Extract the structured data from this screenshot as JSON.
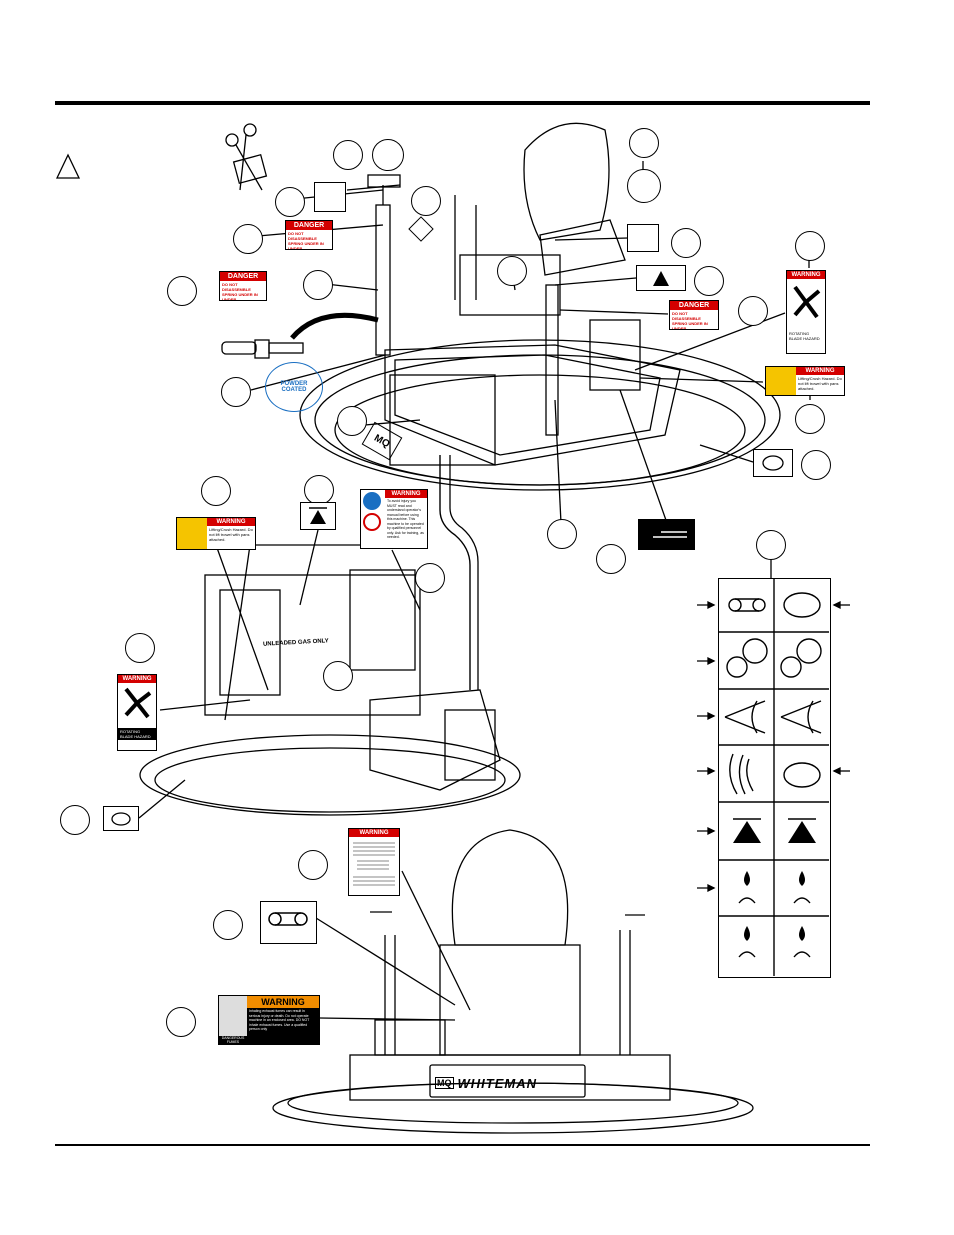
{
  "decals": {
    "danger_1": {
      "header": "DANGER",
      "body": "DO NOT DISASSEMBLE SPRING UNDER IN UNDER COMPRESSION"
    },
    "danger_2": {
      "header": "DANGER",
      "body": "DO NOT DISASSEMBLE SPRING UNDER IN UNDER COMPRESSION"
    },
    "danger_3": {
      "header": "DANGER",
      "body": "DO NOT DISASSEMBLE SPRING UNDER IN UNDER COMPRESSION"
    },
    "warning_blade": {
      "header": "WARNING",
      "body": "ROTATING BLADE HAZARD"
    },
    "warning_blade_2": {
      "header": "WARNING",
      "body": "ROTATING BLADE HAZARD"
    },
    "warning_crush": {
      "header": "WARNING",
      "body": "Lifting/Crush Hazard. Do not lift trowel with pans attached."
    },
    "warning_crush_2": {
      "header": "WARNING",
      "body": "Lifting/Crush Hazard. Do not lift trowel with pans attached."
    },
    "warning_operator": {
      "header": "WARNING",
      "body": "To avoid injury you MUST read and understand operator's manual before using this machine. This machine to be operated by qualified personnel only. Ask for training, as needed."
    },
    "warning_california": {
      "header": "WARNING"
    },
    "warning_fumes": {
      "header": "WARNING",
      "body": "Inhaling exhaust fumes can result in serious injury or death. Do not operate machine in an enclosed area. DO NOT inhale exhaust fumes. Use a qualified person only",
      "footer": "DANGEROUS FUMES"
    }
  },
  "labels": {
    "powder_coated": "POWDER COATED",
    "unleaded": "UNLEADED GAS ONLY",
    "brand": "WHITEMAN",
    "mq": "MQ"
  }
}
